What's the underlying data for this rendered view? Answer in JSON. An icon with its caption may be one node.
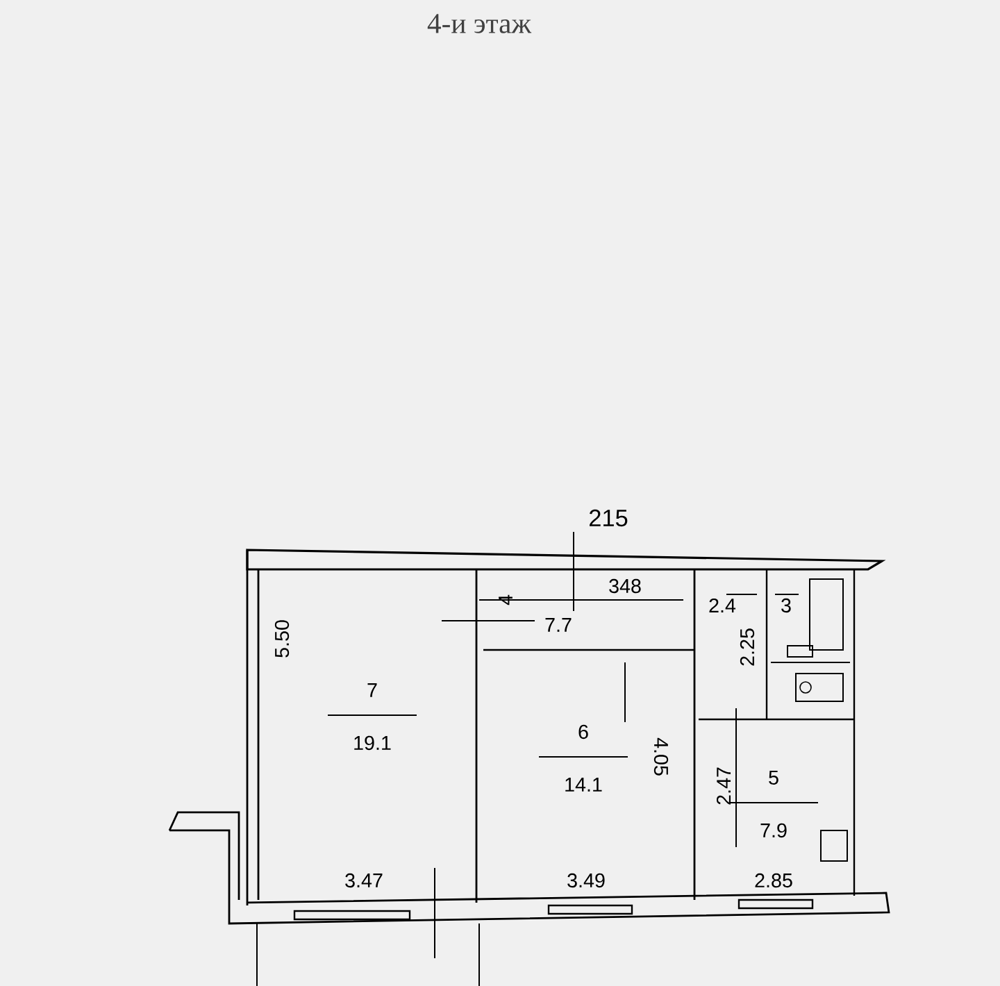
{
  "diagram": {
    "title": "4-и этаж",
    "nodes": [
      {
        "text": [
          "7",
          "19.1"
        ]
      },
      {
        "text": [
          "6",
          "14.1"
        ]
      },
      {
        "text": [
          "5",
          "7.9"
        ]
      }
    ],
    "edges": [],
    "labels": [
      "215",
      "4",
      "348",
      "7.7",
      "2.4",
      "3",
      "5.50",
      "2.25",
      "4.05",
      "2.47",
      "3.47",
      "3.49",
      "2.85"
    ]
  }
}
